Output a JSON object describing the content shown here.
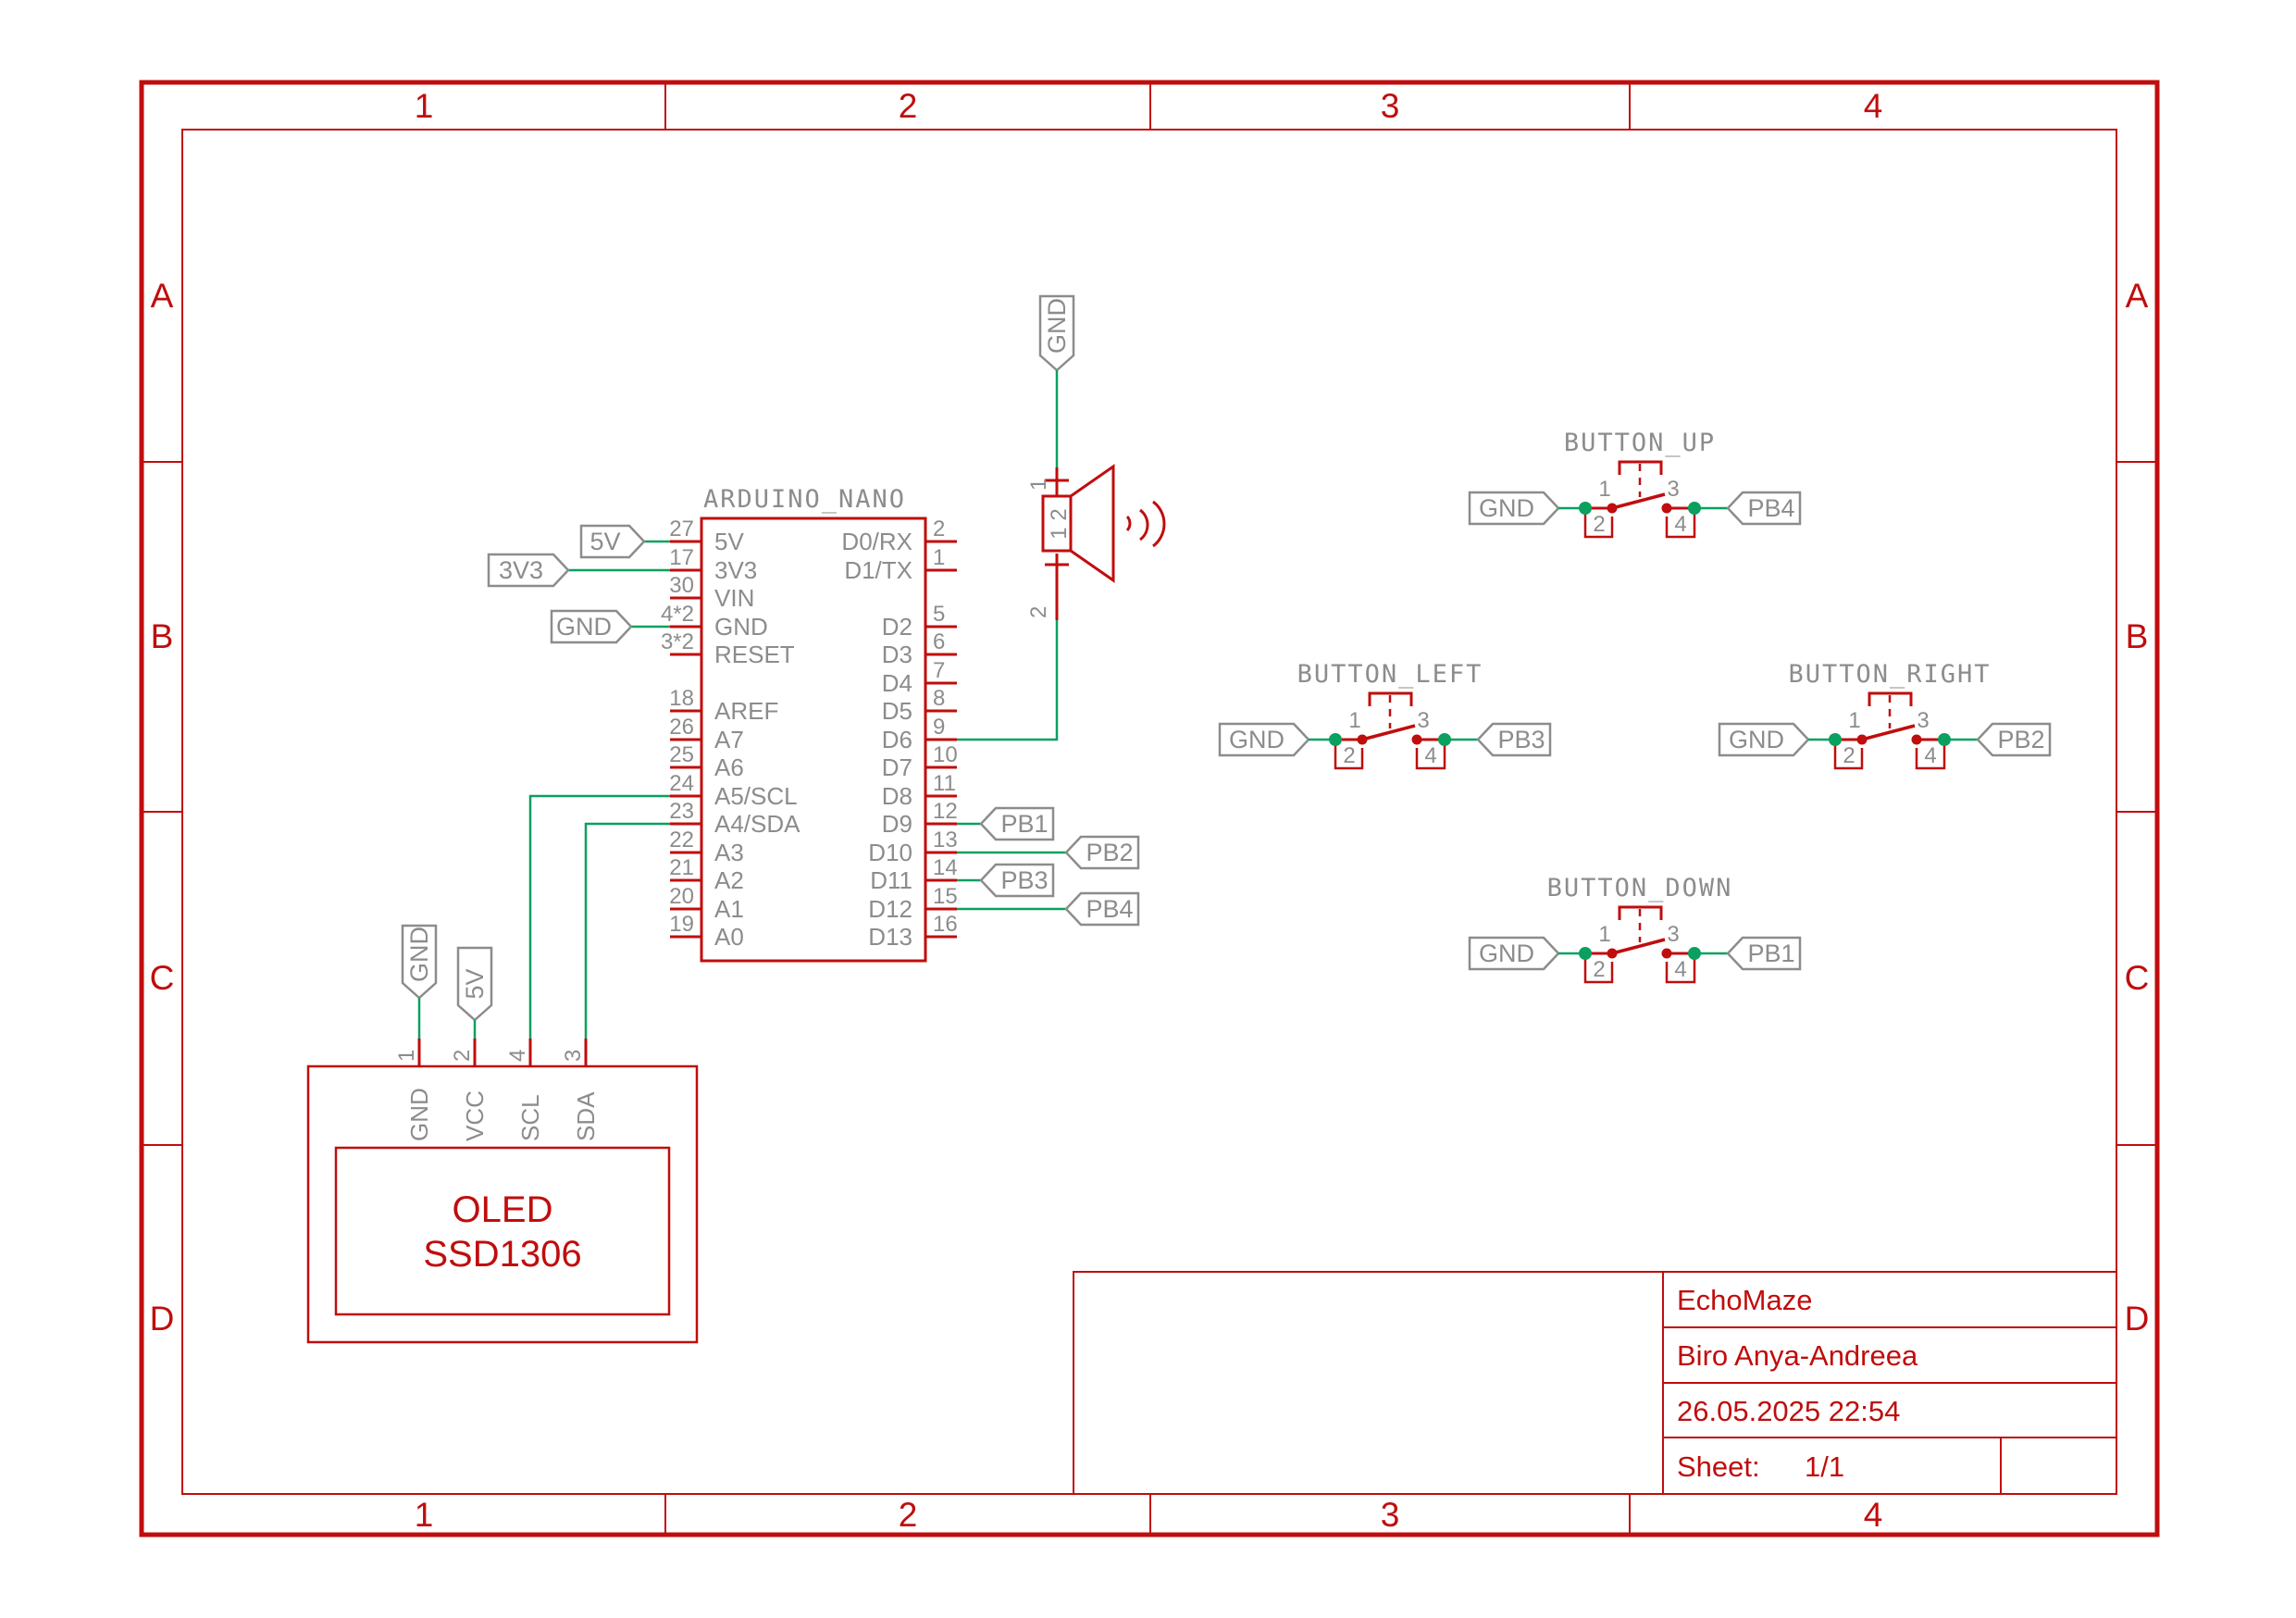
{
  "schematic": {
    "colors": {
      "red": "#c00d0d",
      "green": "#0aa05f",
      "gray": "#8c8c8c"
    },
    "frame": {
      "column_labels": [
        "1",
        "2",
        "3",
        "4"
      ],
      "row_labels": [
        "A",
        "B",
        "C",
        "D"
      ]
    },
    "title_block": {
      "project": "EchoMaze",
      "author": "Biro Anya-Andreea",
      "date": "26.05.2025 22:54",
      "sheet_label": "Sheet:",
      "sheet_value": "1/1"
    },
    "arduino": {
      "name": "ARDUINO_NANO",
      "left_pins": [
        {
          "num": "27",
          "name": "5V"
        },
        {
          "num": "17",
          "name": "3V3"
        },
        {
          "num": "30",
          "name": "VIN"
        },
        {
          "num": "4*2",
          "name": "GND"
        },
        {
          "num": "3*2",
          "name": "RESET"
        },
        {
          "num": "18",
          "name": "AREF"
        },
        {
          "num": "26",
          "name": "A7"
        },
        {
          "num": "25",
          "name": "A6"
        },
        {
          "num": "24",
          "name": "A5/SCL"
        },
        {
          "num": "23",
          "name": "A4/SDA"
        },
        {
          "num": "22",
          "name": "A3"
        },
        {
          "num": "21",
          "name": "A2"
        },
        {
          "num": "20",
          "name": "A1"
        },
        {
          "num": "19",
          "name": "A0"
        }
      ],
      "right_pins": [
        {
          "num": "2",
          "name": "D0/RX"
        },
        {
          "num": "1",
          "name": "D1/TX"
        },
        {
          "num": "5",
          "name": "D2"
        },
        {
          "num": "6",
          "name": "D3"
        },
        {
          "num": "7",
          "name": "D4"
        },
        {
          "num": "8",
          "name": "D5"
        },
        {
          "num": "9",
          "name": "D6"
        },
        {
          "num": "10",
          "name": "D7"
        },
        {
          "num": "11",
          "name": "D8"
        },
        {
          "num": "12",
          "name": "D9"
        },
        {
          "num": "13",
          "name": "D10"
        },
        {
          "num": "14",
          "name": "D11"
        },
        {
          "num": "15",
          "name": "D12"
        },
        {
          "num": "16",
          "name": "D13"
        }
      ],
      "power_flags": {
        "v5": "5V",
        "v33": "3V3",
        "gnd": "GND"
      },
      "net_flags": {
        "d9": "PB1",
        "d10": "PB2",
        "d11": "PB3",
        "d12": "PB4"
      }
    },
    "speaker": {
      "gnd_flag": "GND",
      "pin1": "1",
      "pin2": "2",
      "inner_pins": "1 2"
    },
    "oled": {
      "line1": "OLED",
      "line2": "SSD1306",
      "gnd_flag": "GND",
      "vcc_flag": "5V",
      "pin_numbers": [
        "1",
        "2",
        "4",
        "3"
      ],
      "pin_names": [
        "GND",
        "VCC",
        "SCL",
        "SDA"
      ]
    },
    "buttons": [
      {
        "name": "BUTTON_UP",
        "left_flag": "GND",
        "right_flag": "PB4",
        "pin1": "1",
        "pin2": "2",
        "pin3": "3",
        "pin4": "4"
      },
      {
        "name": "BUTTON_LEFT",
        "left_flag": "GND",
        "right_flag": "PB3",
        "pin1": "1",
        "pin2": "2",
        "pin3": "3",
        "pin4": "4"
      },
      {
        "name": "BUTTON_RIGHT",
        "left_flag": "GND",
        "right_flag": "PB2",
        "pin1": "1",
        "pin2": "2",
        "pin3": "3",
        "pin4": "4"
      },
      {
        "name": "BUTTON_DOWN",
        "left_flag": "GND",
        "right_flag": "PB1",
        "pin1": "1",
        "pin2": "2",
        "pin3": "3",
        "pin4": "4"
      }
    ]
  }
}
